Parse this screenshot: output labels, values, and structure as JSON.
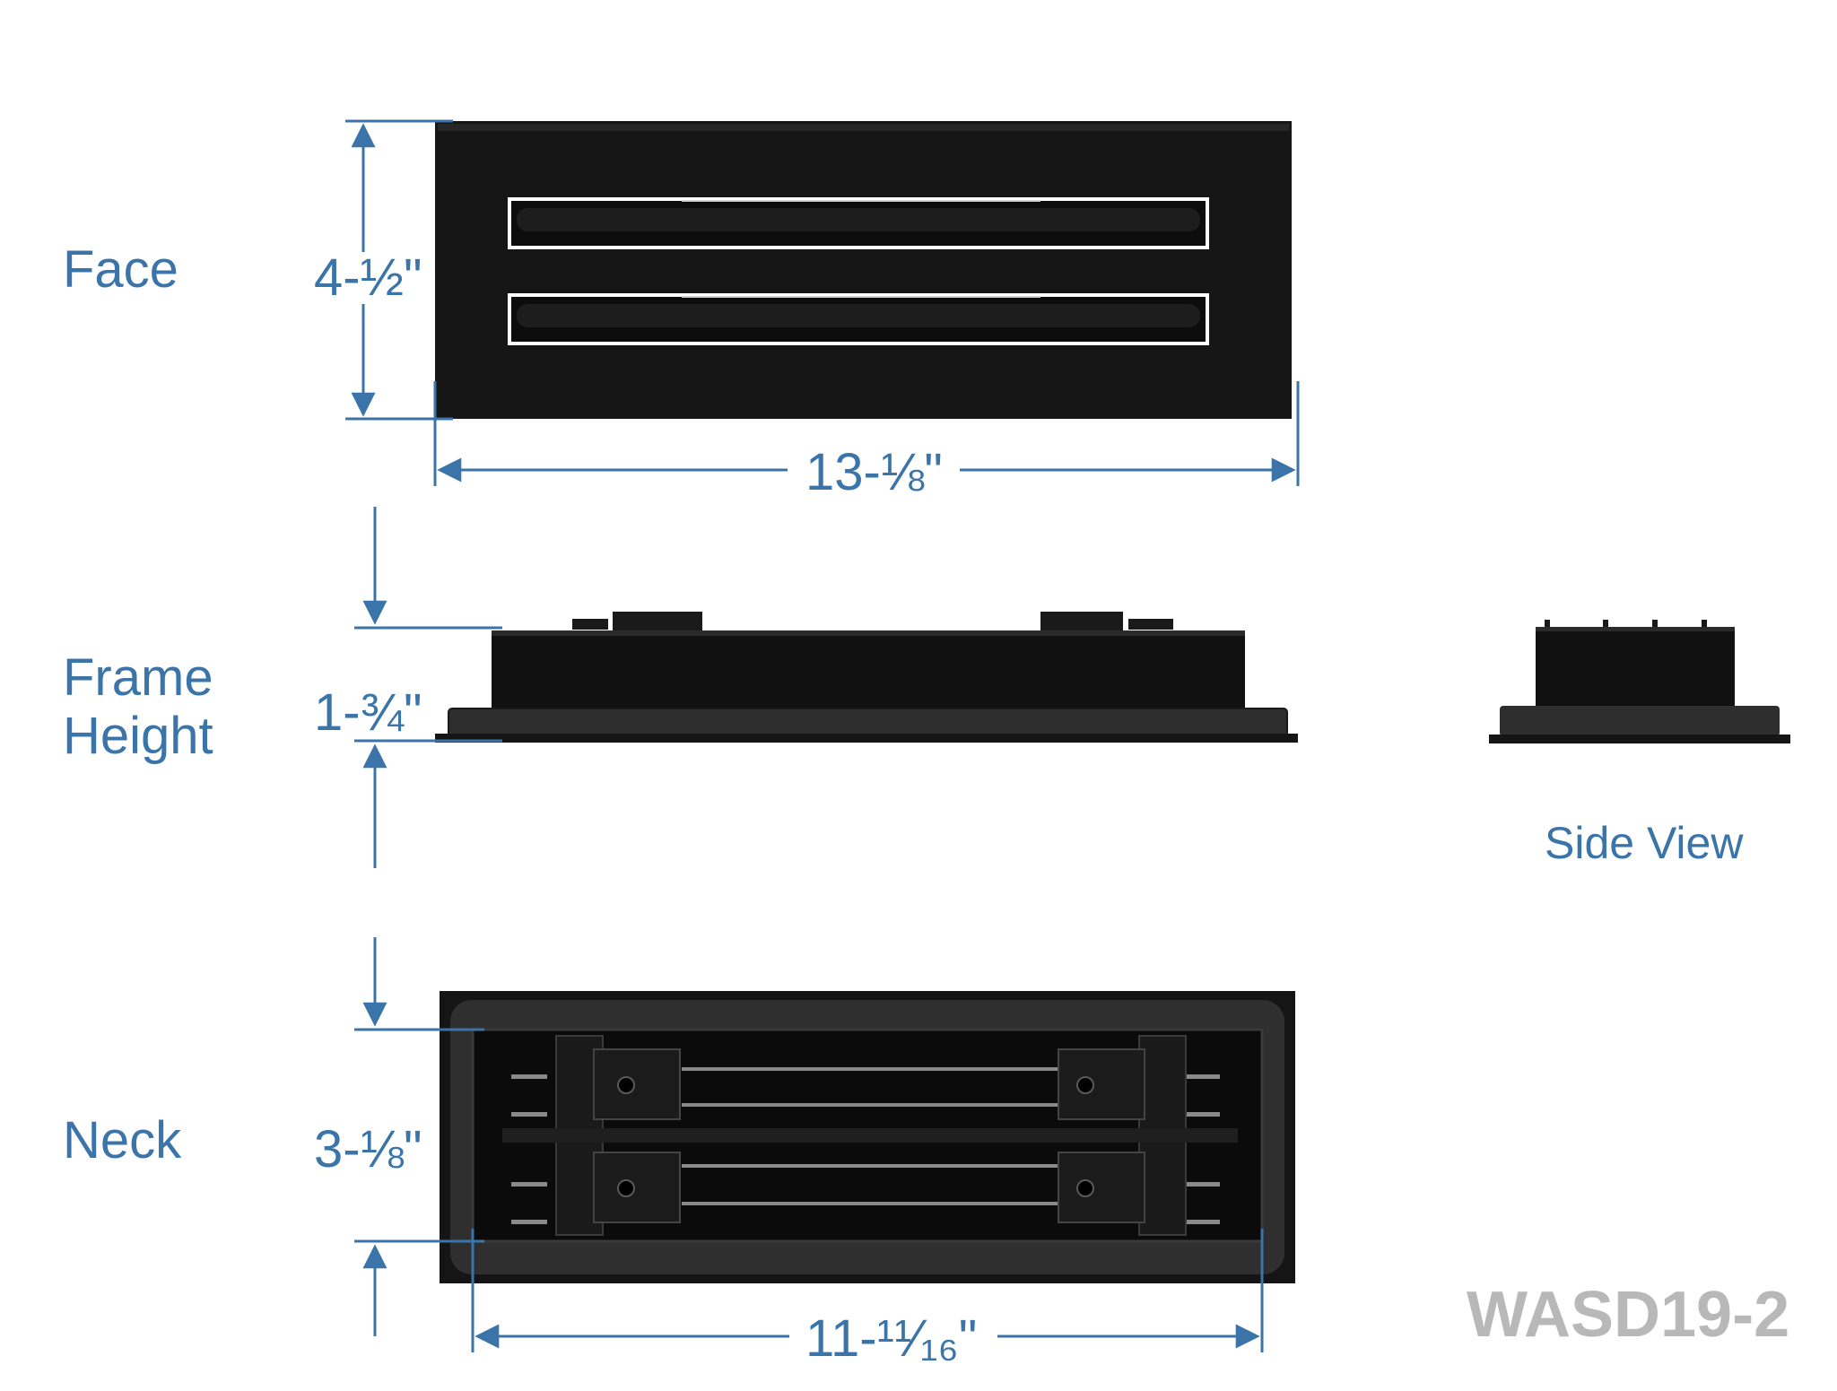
{
  "sections": {
    "face": "Face",
    "frame_height_line1": "Frame",
    "frame_height_line2": "Height",
    "neck": "Neck",
    "side_view": "Side View"
  },
  "dimensions": {
    "face_height": "4-½\"",
    "face_width": "13-⅛\"",
    "frame_height": "1-¾\"",
    "neck_height": "3-⅛\"",
    "neck_width": "11-¹¹⁄₁₆\""
  },
  "model": "WASD19-2",
  "colors": {
    "dimension_blue": "#3a74a8",
    "grille_black": "#151515",
    "foam_gasket": "#2e2e2e",
    "model_gray": "#b8b8b8"
  }
}
